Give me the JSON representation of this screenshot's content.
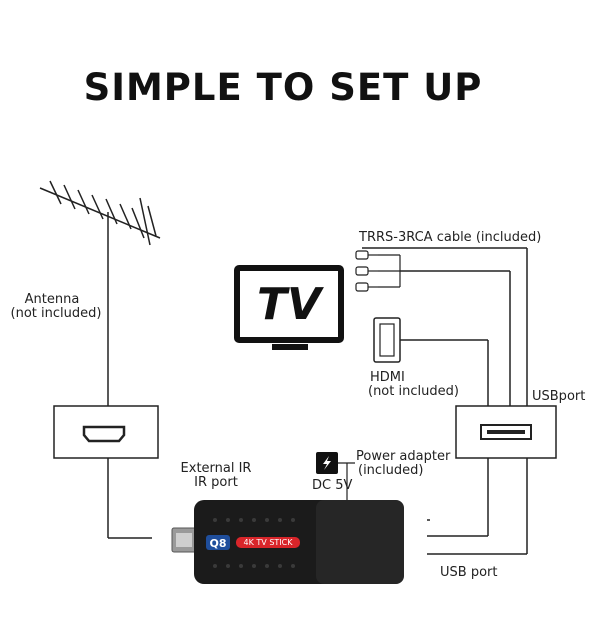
{
  "title": "SIMPLE TO SET UP",
  "labels": {
    "antenna_line1": "Antenna",
    "antenna_line2": "(not included)",
    "trrs_cable": "TRRS-3RCA cable (included)",
    "hdmi_line1": "HDMI",
    "hdmi_line2": "(not included)",
    "usb_port_right": "USBport",
    "power_line1": "Power adapter",
    "power_line2": "(included)",
    "dc": "DC 5V",
    "ir_line1": "External IR",
    "ir_line2": "IR port",
    "usb_port_bottom": "USB port"
  },
  "tv_text": "TV",
  "device": {
    "model": "Q8",
    "badge": "4K TV STICK"
  },
  "colors": {
    "line": "#222222",
    "badge_red": "#d9252a",
    "model_blue": "#1f4e9c",
    "device_body": "#1b1b1b"
  },
  "icons": [
    "antenna-icon",
    "tv-icon",
    "rca-plugs-icon",
    "hdmi-plug-icon",
    "wall-hdmi-port-icon",
    "wall-usb-port-icon",
    "power-adapter-icon",
    "tv-stick-icon"
  ]
}
